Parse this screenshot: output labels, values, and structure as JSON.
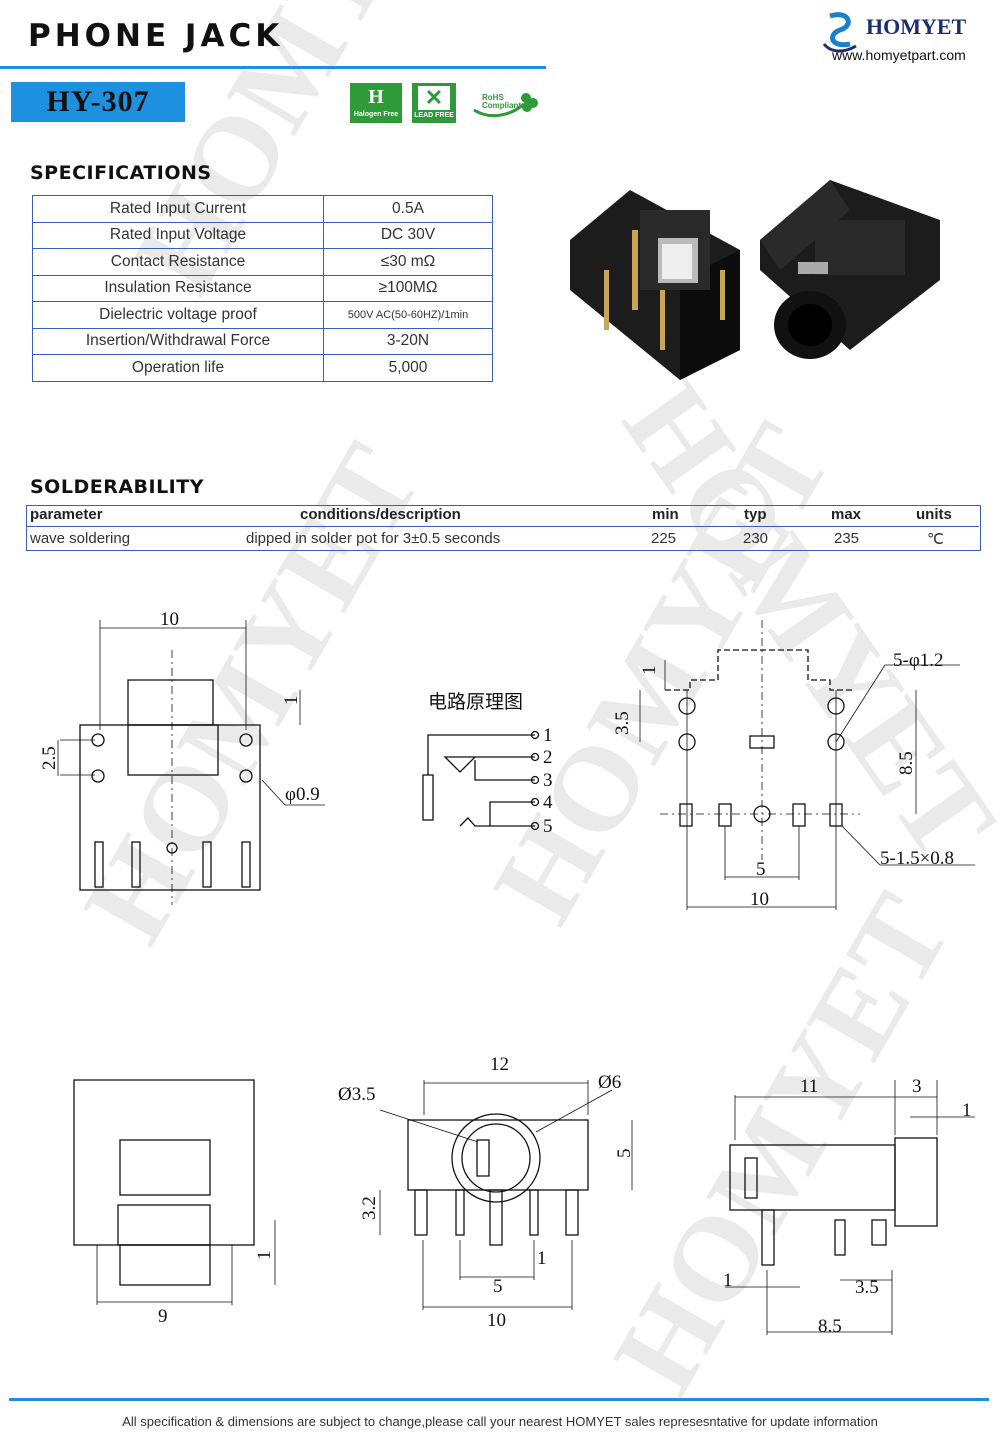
{
  "header": {
    "title": "PHONE  JACK",
    "brand_name": "HOMYET",
    "brand_url": "www.homyetpart.com",
    "model": "HY-307",
    "certs": [
      {
        "label": "Halogen Free",
        "color": "#2e9a3a"
      },
      {
        "label": "LEAD FREE",
        "color": "#2e9a3a"
      },
      {
        "label": "RoHS Compliant",
        "color": "#2e9a3a"
      }
    ]
  },
  "specifications": {
    "heading": "SPECIFICATIONS",
    "rows": [
      {
        "name": "Rated Input Current",
        "value": "0.5A"
      },
      {
        "name": "Rated Input Voltage",
        "value": "DC  30V"
      },
      {
        "name": "Contact Resistance",
        "value": "≤30  mΩ"
      },
      {
        "name": "Insulation Resistance",
        "value": "≥100MΩ"
      },
      {
        "name": "Dielectric voltage proof",
        "value": "500V AC(50-60HZ)/1min"
      },
      {
        "name": "Insertion/Withdrawal Force",
        "value": "3-20N"
      },
      {
        "name": "Operation life",
        "value": "5,000"
      }
    ]
  },
  "solderability": {
    "heading": "SOLDERABILITY",
    "headers": [
      "parameter",
      "conditions/description",
      "min",
      "typ",
      "max",
      "units"
    ],
    "row": [
      "wave soldering",
      "dipped in solder pot for 3±0.5 seconds",
      "225",
      "230",
      "235",
      "℃"
    ]
  },
  "drawings": {
    "circuit_title": "电路原理图",
    "pins": [
      "1",
      "2",
      "3",
      "4",
      "5"
    ],
    "dims_top_left": {
      "width": "10",
      "pitch": "2.5",
      "offset": "1",
      "hole": "φ0.9"
    },
    "dims_pcb": {
      "h1": "1",
      "h2": "3.5",
      "h3": "8.5",
      "hole": "5-φ1.2",
      "slot": "5-1.5×0.8",
      "w1": "5",
      "w2": "10"
    },
    "dims_front": {
      "d1": "Ø3.5",
      "d2": "Ø6",
      "w": "12",
      "h": "5",
      "pin": "3.2",
      "p1": "1",
      "p2": "5",
      "p3": "10"
    },
    "dims_bottom": {
      "w": "9",
      "t": "1"
    },
    "dims_side": {
      "l": "11",
      "f": "3",
      "t": "1",
      "pin": "1",
      "p1": "3.5",
      "p2": "8.5"
    }
  },
  "footer": {
    "note": "All specification & dimensions are subject to change,please call your nearest HOMYET sales represesntative for update information"
  },
  "watermark": "HOMYET"
}
